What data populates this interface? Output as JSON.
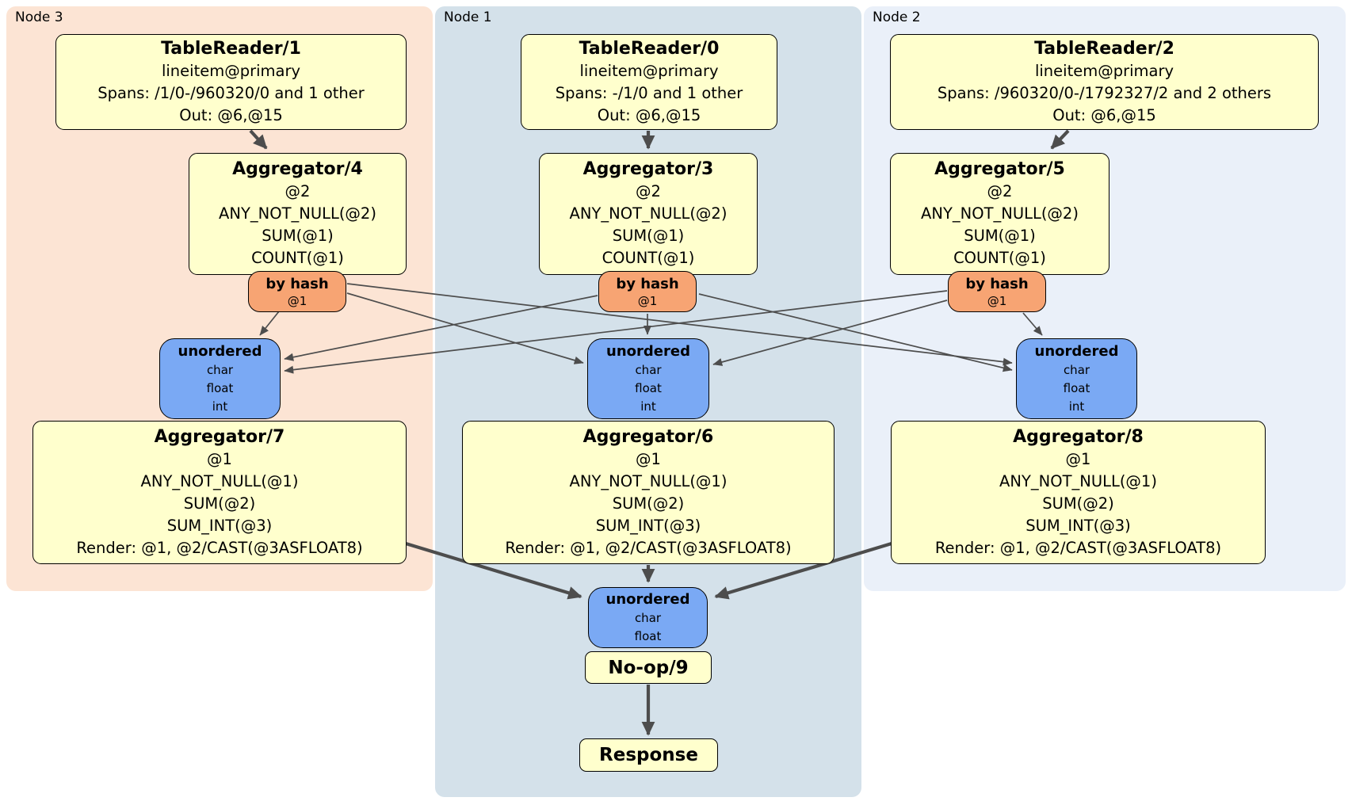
{
  "palette": {
    "node3_bg": "#fce4d4",
    "node1_bg": "#d4e1ea",
    "node2_bg": "#eaf0f9",
    "processor_bg": "#ffffcd",
    "router_bg": "#f7a473",
    "sync_bg": "#7aa9f4",
    "edge_color": "#4d4d4d",
    "text_color": "#000000"
  },
  "regions": [
    {
      "label": "Node 3"
    },
    {
      "label": "Node 1"
    },
    {
      "label": "Node 2"
    }
  ],
  "boxes": {
    "tr1": {
      "title": "TableReader/1",
      "lines": [
        "lineitem@primary",
        "Spans: /1/0-/960320/0 and 1 other",
        "Out: @6,@15"
      ]
    },
    "tr0": {
      "title": "TableReader/0",
      "lines": [
        "lineitem@primary",
        "Spans: -/1/0 and 1 other",
        "Out: @6,@15"
      ]
    },
    "tr2": {
      "title": "TableReader/2",
      "lines": [
        "lineitem@primary",
        "Spans: /960320/0-/1792327/2 and 2 others",
        "Out: @6,@15"
      ]
    },
    "agg4": {
      "title": "Aggregator/4",
      "lines": [
        "@2",
        "ANY_NOT_NULL(@2)",
        "SUM(@1)",
        "COUNT(@1)"
      ]
    },
    "agg3": {
      "title": "Aggregator/3",
      "lines": [
        "@2",
        "ANY_NOT_NULL(@2)",
        "SUM(@1)",
        "COUNT(@1)"
      ]
    },
    "agg5": {
      "title": "Aggregator/5",
      "lines": [
        "@2",
        "ANY_NOT_NULL(@2)",
        "SUM(@1)",
        "COUNT(@1)"
      ]
    },
    "agg7": {
      "title": "Aggregator/7",
      "lines": [
        "@1",
        "ANY_NOT_NULL(@1)",
        "SUM(@2)",
        "SUM_INT(@3)",
        "Render: @1, @2/CAST(@3ASFLOAT8)"
      ]
    },
    "agg6": {
      "title": "Aggregator/6",
      "lines": [
        "@1",
        "ANY_NOT_NULL(@1)",
        "SUM(@2)",
        "SUM_INT(@3)",
        "Render: @1, @2/CAST(@3ASFLOAT8)"
      ]
    },
    "agg8": {
      "title": "Aggregator/8",
      "lines": [
        "@1",
        "ANY_NOT_NULL(@1)",
        "SUM(@2)",
        "SUM_INT(@3)",
        "Render: @1, @2/CAST(@3ASFLOAT8)"
      ]
    },
    "noop": {
      "title": "No-op/9"
    },
    "response": {
      "title": "Response"
    }
  },
  "routers": {
    "hash3": {
      "title": "by hash",
      "lines": [
        "@1"
      ]
    },
    "hash1": {
      "title": "by hash",
      "lines": [
        "@1"
      ]
    },
    "hash2": {
      "title": "by hash",
      "lines": [
        "@1"
      ]
    }
  },
  "syncs": {
    "sync3": {
      "title": "unordered",
      "lines": [
        "char",
        "float",
        "int"
      ]
    },
    "sync1": {
      "title": "unordered",
      "lines": [
        "char",
        "float",
        "int"
      ]
    },
    "sync2": {
      "title": "unordered",
      "lines": [
        "char",
        "float",
        "int"
      ]
    },
    "syncFinal": {
      "title": "unordered",
      "lines": [
        "char",
        "float"
      ]
    }
  }
}
